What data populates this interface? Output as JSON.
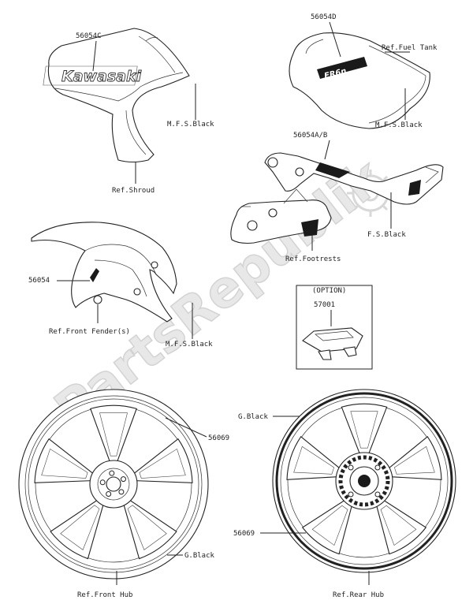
{
  "watermark": "PartsRepublik",
  "labels": {
    "shroud_part": "56054C",
    "shroud_ref": "Ref.Shroud",
    "shroud_mfs": "M.F.S.Black",
    "tank_part": "56054D",
    "tank_ref": "Ref.Fuel Tank",
    "tank_mfs": "M.F.S.Black",
    "tank_brand": "ER6n",
    "footrest_part": "56054A/B",
    "footrest_ref": "Ref.Footrests",
    "footrest_fs": "F.S.Black",
    "fender_part": "56054",
    "fender_ref": "Ref.Front Fender(s)",
    "fender_mfs": "M.F.S.Black",
    "option_title": "(OPTION)",
    "option_part": "57001",
    "front_wheel_part": "56069",
    "front_wheel_color": "G.Black",
    "front_hub_ref": "Ref.Front Hub",
    "rear_wheel_part": "56069",
    "rear_wheel_color": "G.Black",
    "rear_hub_ref": "Ref.Rear Hub",
    "kawasaki_logo": "Kawasaki"
  }
}
